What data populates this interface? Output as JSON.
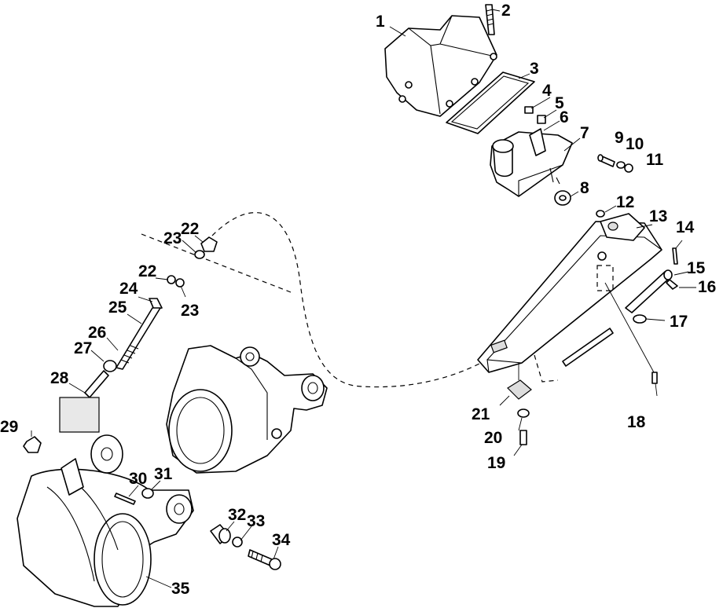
{
  "callouts": [
    {
      "id": "1",
      "text": "1"
    },
    {
      "id": "2",
      "text": "2"
    },
    {
      "id": "3",
      "text": "3"
    },
    {
      "id": "4",
      "text": "4"
    },
    {
      "id": "5",
      "text": "5"
    },
    {
      "id": "6",
      "text": "6"
    },
    {
      "id": "7",
      "text": "7"
    },
    {
      "id": "8",
      "text": "8"
    },
    {
      "id": "9",
      "text": "9"
    },
    {
      "id": "10",
      "text": "10"
    },
    {
      "id": "11",
      "text": "11"
    },
    {
      "id": "12",
      "text": "12"
    },
    {
      "id": "13",
      "text": "13"
    },
    {
      "id": "14",
      "text": "14"
    },
    {
      "id": "15",
      "text": "15"
    },
    {
      "id": "16",
      "text": "16"
    },
    {
      "id": "17",
      "text": "17"
    },
    {
      "id": "18",
      "text": "18"
    },
    {
      "id": "19",
      "text": "19"
    },
    {
      "id": "20",
      "text": "20"
    },
    {
      "id": "21",
      "text": "21"
    },
    {
      "id": "22a",
      "text": "22"
    },
    {
      "id": "23a",
      "text": "23"
    },
    {
      "id": "22b",
      "text": "22"
    },
    {
      "id": "23b",
      "text": "23"
    },
    {
      "id": "24",
      "text": "24"
    },
    {
      "id": "25",
      "text": "25"
    },
    {
      "id": "26",
      "text": "26"
    },
    {
      "id": "27",
      "text": "27"
    },
    {
      "id": "28",
      "text": "28"
    },
    {
      "id": "29",
      "text": "29"
    },
    {
      "id": "30",
      "text": "30"
    },
    {
      "id": "31",
      "text": "31"
    },
    {
      "id": "32",
      "text": "32"
    },
    {
      "id": "33",
      "text": "33"
    },
    {
      "id": "34",
      "text": "34"
    },
    {
      "id": "35",
      "text": "35"
    }
  ]
}
